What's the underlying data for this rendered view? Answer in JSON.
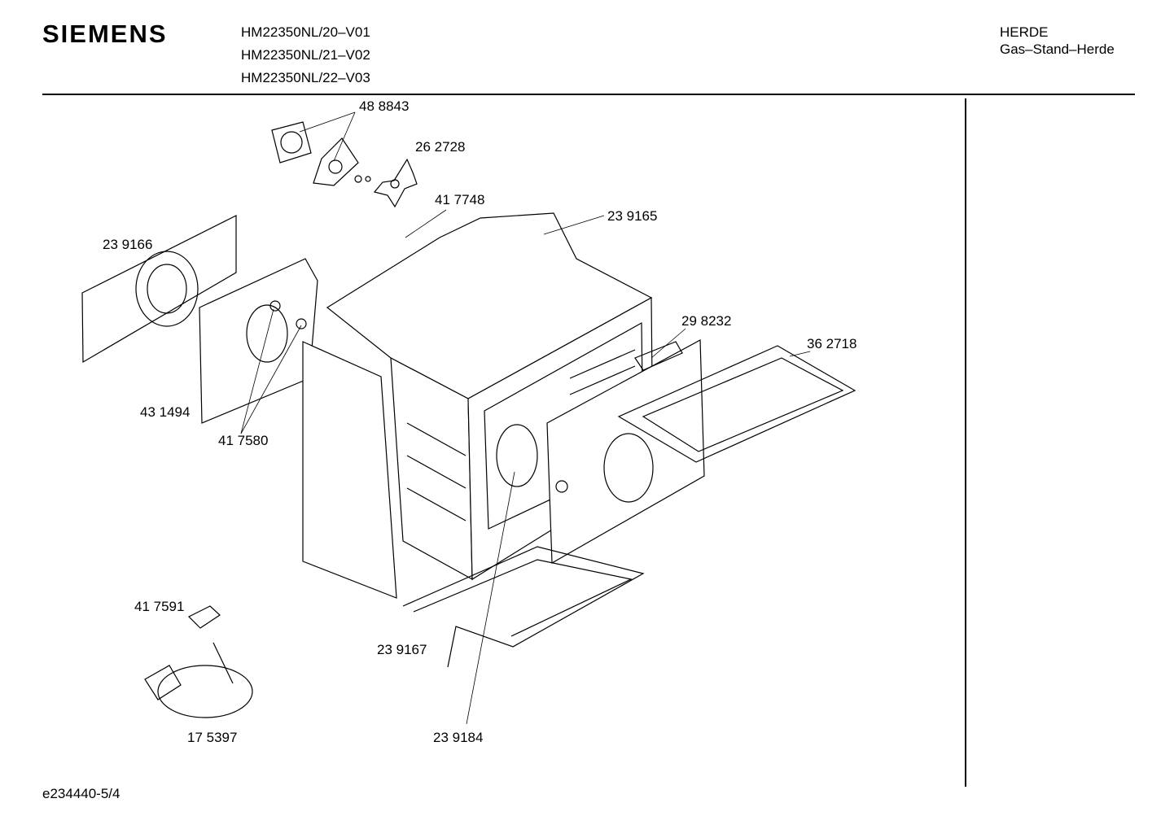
{
  "header": {
    "brand": "SIEMENS",
    "models": [
      "HM22350NL/20–V01",
      "HM22350NL/21–V02",
      "HM22350NL/22–V03"
    ],
    "category": "HERDE",
    "subcategory": "Gas–Stand–Herde"
  },
  "parts": [
    "48 8843",
    "26 2728",
    "41 7748",
    "23 9165",
    "23 9166",
    "29 8232",
    "36 2718",
    "43 1494",
    "41 7580",
    "41 7591",
    "23 9167",
    "17 5397",
    "23 9184"
  ],
  "footer": {
    "code": "e234440-5/4"
  }
}
